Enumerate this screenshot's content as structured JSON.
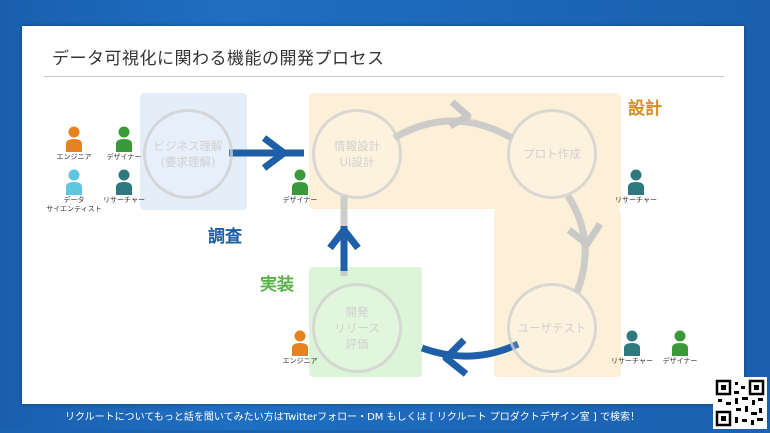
{
  "slide": {
    "title": "データ可視化に関わる機能の開発プロセス"
  },
  "phases": {
    "research": "調査",
    "design": "設計",
    "implement": "実装"
  },
  "nodes": {
    "business": "ビジネス理解\n(要求理解)",
    "info_design": "情報設計\nUI設計",
    "prototype": "プロト作成",
    "user_test": "ユーザテスト",
    "dev": "開発\nリリース\n評価"
  },
  "roles": {
    "engineer": "エンジニア",
    "designer": "デザイナー",
    "data_scientist": "データ\nサイエンティスト",
    "researcher": "リサーチャー"
  },
  "footer": {
    "text": "リクルートについてもっと話を聞いてみたい方はTwitterフォロー・DM もしくは [ リクルート プロダクトデザイン室 ] で検索！"
  },
  "colors": {
    "engineer": "#e8821e",
    "designer": "#3a9a3a",
    "data_scientist": "#5ec6df",
    "researcher": "#2f7a7f",
    "research_label": "#1f5fa8",
    "design_label": "#d98c2a",
    "implement_label": "#5bb34a",
    "arrow_blue": "#1f5fa8"
  },
  "icons": {
    "person": "person-icon",
    "qr": "qr-code-icon"
  }
}
